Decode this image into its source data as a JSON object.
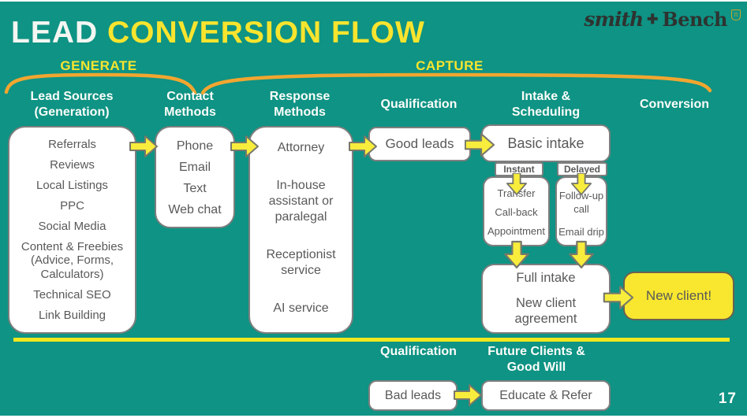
{
  "title": {
    "lead": "LEAD ",
    "rest": "CONVERSION FLOW"
  },
  "logo": {
    "script": "smith",
    "plus": "✚",
    "brand": "Bench",
    "badge": "π"
  },
  "stages": {
    "generate": "GENERATE",
    "capture": "CAPTURE"
  },
  "headers": {
    "lead_sources": "Lead Sources (Generation)",
    "contact": "Contact Methods",
    "response": "Response Methods",
    "qualification": "Qualification",
    "intake": "Intake & Scheduling",
    "conversion": "Conversion"
  },
  "boxes": {
    "lead_sources": [
      "Referrals",
      "Reviews",
      "Local Listings",
      "PPC",
      "Social Media",
      "Content & Freebies (Advice, Forms, Calculators)",
      "Technical SEO",
      "Link Building"
    ],
    "contact": [
      "Phone",
      "Email",
      "Text",
      "Web chat"
    ],
    "response": [
      "Attorney",
      "In-house assistant or paralegal",
      "Receptionist service",
      "AI service"
    ],
    "good_leads": "Good leads",
    "basic_intake": "Basic intake",
    "instant_tag": "Instant",
    "delayed_tag": "Delayed",
    "instant_branch": [
      "Transfer",
      "Call-back",
      "Appointment"
    ],
    "delayed_branch": [
      "Follow-up call",
      "Email drip"
    ],
    "full_intake": [
      "Full intake",
      "New client agreement"
    ],
    "new_client": "New client!",
    "bad_leads": "Bad leads",
    "educate": "Educate & Refer"
  },
  "bottom": {
    "qualification": "Qualification",
    "future": "Future Clients & Good Will"
  },
  "page_number": "17",
  "colors": {
    "background": "#0E9384",
    "title_yellow": "#F8E42E",
    "brace_orange": "#F1A630",
    "arrow_fill": "#F8ED3C",
    "arrow_outline": "#78786B",
    "box_border": "#7E7E7E",
    "box_text": "#595959",
    "highlight_fill": "#F8E72E",
    "divider_yellow": "#F1E71F"
  }
}
